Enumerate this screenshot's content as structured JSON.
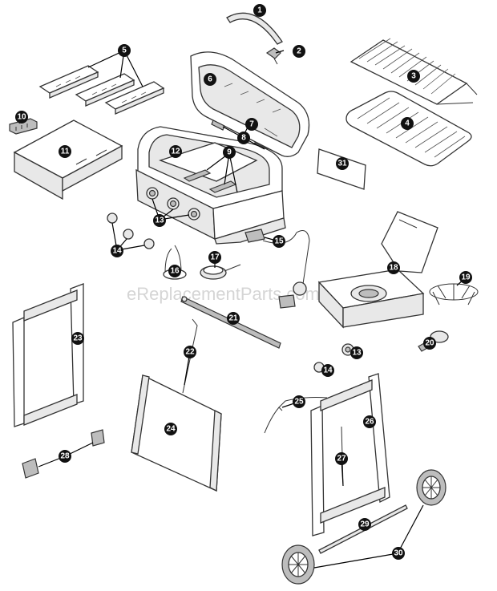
{
  "watermark": "eReplacementParts.com",
  "callouts": [
    {
      "id": "1",
      "label": "1"
    },
    {
      "id": "2",
      "label": "2"
    },
    {
      "id": "3",
      "label": "3"
    },
    {
      "id": "4",
      "label": "4"
    },
    {
      "id": "5",
      "label": "5"
    },
    {
      "id": "6",
      "label": "6"
    },
    {
      "id": "7",
      "label": "7"
    },
    {
      "id": "8",
      "label": "8"
    },
    {
      "id": "9",
      "label": "9"
    },
    {
      "id": "10",
      "label": "10"
    },
    {
      "id": "11",
      "label": "11"
    },
    {
      "id": "12",
      "label": "12"
    },
    {
      "id": "13a",
      "label": "13"
    },
    {
      "id": "13b",
      "label": "13"
    },
    {
      "id": "14a",
      "label": "14"
    },
    {
      "id": "14b",
      "label": "14"
    },
    {
      "id": "15",
      "label": "15"
    },
    {
      "id": "16",
      "label": "16"
    },
    {
      "id": "17",
      "label": "17"
    },
    {
      "id": "18",
      "label": "18"
    },
    {
      "id": "19",
      "label": "19"
    },
    {
      "id": "20",
      "label": "20"
    },
    {
      "id": "21",
      "label": "21"
    },
    {
      "id": "22",
      "label": "22"
    },
    {
      "id": "23",
      "label": "23"
    },
    {
      "id": "24",
      "label": "24"
    },
    {
      "id": "25",
      "label": "25"
    },
    {
      "id": "26",
      "label": "26"
    },
    {
      "id": "27",
      "label": "27"
    },
    {
      "id": "28",
      "label": "28"
    },
    {
      "id": "29",
      "label": "29"
    },
    {
      "id": "30",
      "label": "30"
    },
    {
      "id": "31",
      "label": "31"
    }
  ]
}
